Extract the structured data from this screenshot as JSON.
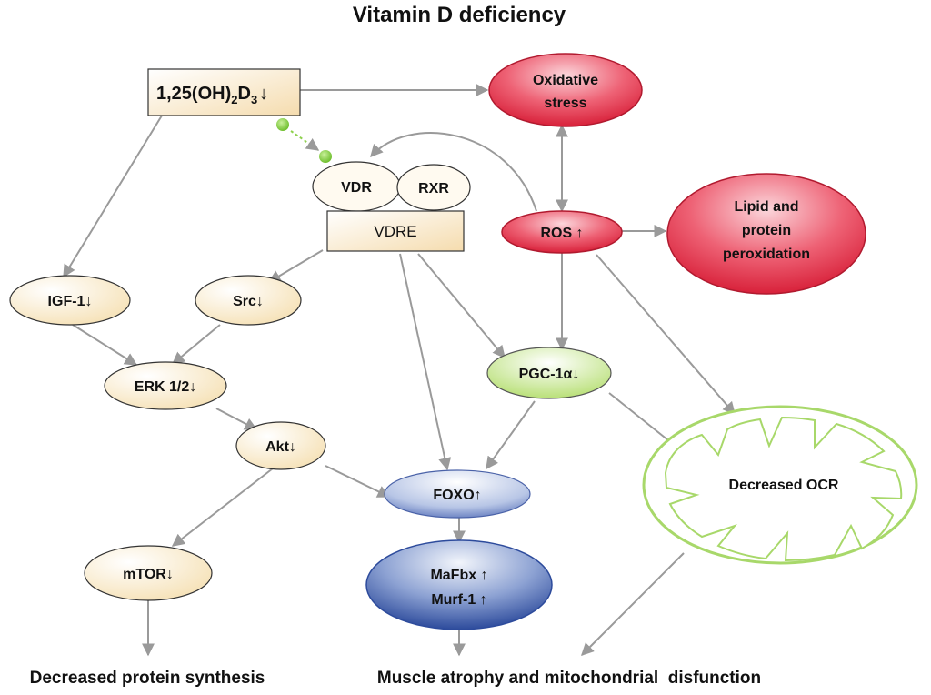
{
  "title": "Vitamin D deficiency",
  "nodes": {
    "calcitriol": {
      "base": "1,25(OH)",
      "sub1": "2",
      "mid": "D",
      "sub2": "3",
      "arrow": "↓"
    },
    "oxidative_stress": {
      "line1": "Oxidative",
      "line2": "stress"
    },
    "vdr": "VDR",
    "rxr": "RXR",
    "vdre": "VDRE",
    "ros": "ROS ↑",
    "lipid": {
      "line1": "Lipid and",
      "line2": "protein",
      "line3": "peroxidation"
    },
    "igf1": "IGF-1↓",
    "src": "Src↓",
    "erk": "ERK 1/2↓",
    "akt": "Akt↓",
    "pgc": "PGC-1α↓",
    "foxo": "FOXO↑",
    "mtor": "mTOR↓",
    "mafbx": {
      "line1": "MaFbx ↑",
      "line2": "Murf-1 ↑"
    },
    "ocr": "Decreased OCR"
  },
  "outcomes": {
    "left": "Decreased protein synthesis",
    "right": "Muscle atrophy and mitochondrial  disfunction"
  },
  "colors": {
    "cream": "#fbf1dc",
    "red": "#e23a4d",
    "green": "#b9e078",
    "blue": "#3d5aa8",
    "arrow": "#9a9a9a",
    "dot": "#8fd14f"
  }
}
